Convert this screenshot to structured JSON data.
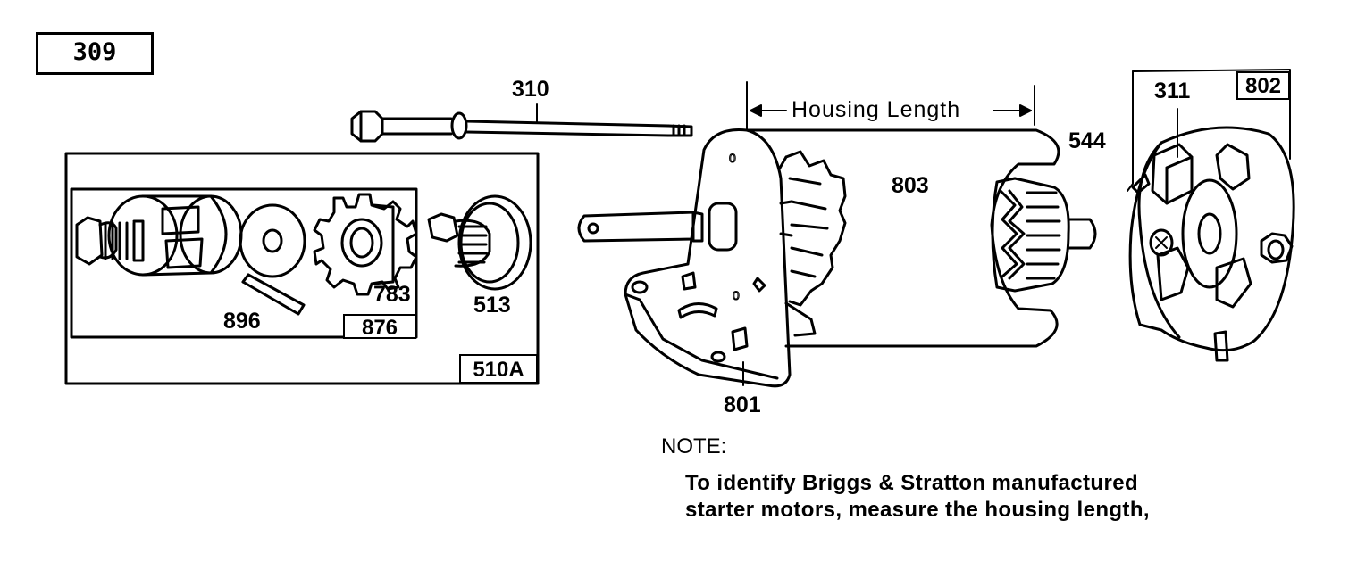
{
  "figure_number": "309",
  "parts": {
    "thru_bolt": "310",
    "drive_assembly": "510A",
    "drive_kit": "876",
    "drive_gear": "783",
    "pin": "896",
    "clutch": "513",
    "end_cap_drive": "801",
    "housing": "803",
    "armature": "544",
    "brush": "311",
    "end_cap_commutator": "802"
  },
  "dimension_label": "Housing Length",
  "note": {
    "heading": "NOTE:",
    "line1": "To identify Briggs & Stratton manufactured",
    "line2": "starter motors, measure the housing length,"
  }
}
